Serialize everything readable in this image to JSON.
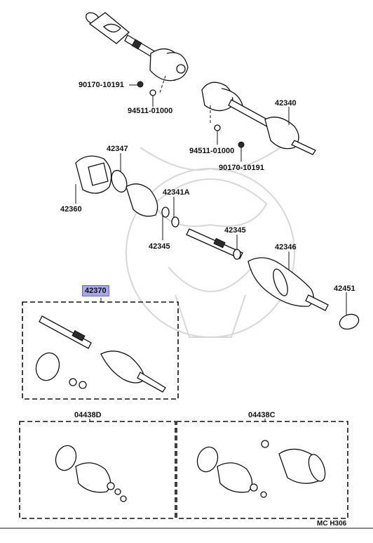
{
  "diagram": {
    "callouts": [
      {
        "id": "c1",
        "text": "90170-10191"
      },
      {
        "id": "c2",
        "text": "94511-01000"
      },
      {
        "id": "c3",
        "text": "42340"
      },
      {
        "id": "c4",
        "text": "94511-01000"
      },
      {
        "id": "c5",
        "text": "90170-10191"
      },
      {
        "id": "c6",
        "text": "42347"
      },
      {
        "id": "c7",
        "text": "42341A"
      },
      {
        "id": "c8",
        "text": "42360"
      },
      {
        "id": "c9",
        "text": "42345"
      },
      {
        "id": "c10",
        "text": "42345"
      },
      {
        "id": "c11",
        "text": "42346"
      },
      {
        "id": "c12",
        "text": "42451"
      },
      {
        "id": "c13",
        "text": "42370"
      },
      {
        "id": "c14",
        "text": "04438D"
      },
      {
        "id": "c15",
        "text": "04438C"
      }
    ],
    "highlighted_part": "42370",
    "diagram_code": "MC H306",
    "colors": {
      "highlight": "#a9a6e6",
      "line": "#111111"
    }
  }
}
